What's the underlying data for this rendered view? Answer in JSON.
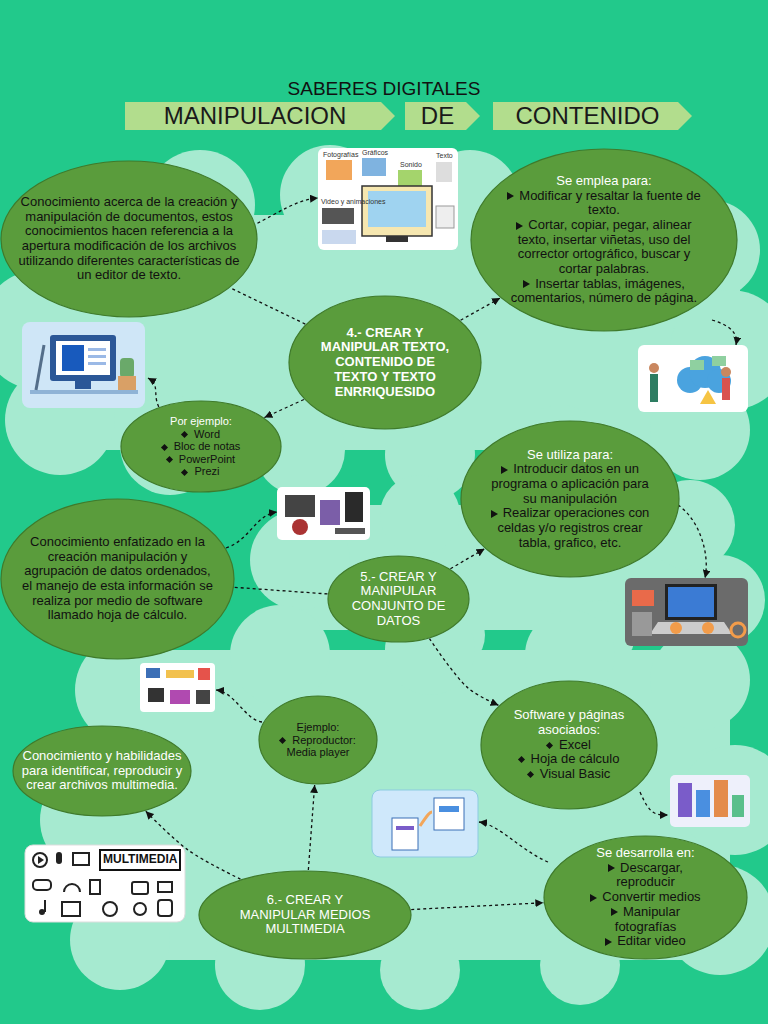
{
  "diagram": {
    "title": "SABERES DIGITALES",
    "nodes": [
      {
        "text": [
          "MANIPULACION"
        ]
      },
      {
        "text": [
          "DE"
        ]
      },
      {
        "text": [
          "CONTENIDO"
        ]
      },
      {
        "text": [
          "Conocimiento acerca de la creación y manipulación de documentos, estos conocimientos hacen referencia a la apertura modificación de los archivos utilizando diferentes características de un editor de texto."
        ]
      },
      {
        "text": [
          "Se emplea para:",
          "Modificar y resaltar la fuente de texto.",
          "Cortar, copiar, pegar, alinear texto, insertar viñetas, uso del corrector ortográfico, buscar y cortar palabras.",
          "Insertar tablas, imágenes, comentarios, número de página."
        ]
      },
      {
        "text": [
          "4.- CREAR Y MANIPULAR TEXTO, CONTENIDO DE TEXTO Y TEXTO ENRRIQUESIDO"
        ]
      },
      {
        "text": [
          "Por ejemplo:",
          "Word",
          "Bloc de notas",
          "PowerPoint",
          "Prezi"
        ]
      },
      {
        "text": [
          "Se utiliza para:",
          "Introducir datos en un programa o aplicación para su manipulación",
          "Realizar operaciones con celdas y/o registros crear tabla, grafico, etc."
        ]
      },
      {
        "text": [
          "Conocimiento enfatizado en la creación manipulación y agrupación de datos ordenados, el manejo de esta información se realiza por medio de software llamado hoja de cálculo."
        ]
      },
      {
        "text": [
          "5.- CREAR Y MANIPULAR CONJUNTO DE DATOS"
        ]
      },
      {
        "text": [
          "Ejemplo:",
          "Reproductor: Media player"
        ]
      },
      {
        "text": [
          "Software y páginas asociados:",
          "Excel",
          "Hoja de cálculo",
          "Visual Basic"
        ]
      },
      {
        "text": [
          "Conocimiento y habilidades para identificar, reproducir y crear archivos multimedia."
        ]
      },
      {
        "text": [
          "Se desarrolla en:",
          "Descargar, reproducir",
          "Convertir medios",
          "Manipular fotografías",
          "Editar video"
        ]
      },
      {
        "text": [
          "6.- CREAR Y MANIPULAR MEDIOS MULTIMEDIA"
        ]
      }
    ],
    "edges": [
      {
        "from": 5,
        "to": 3,
        "arrow": "none"
      },
      {
        "from": 5,
        "to": 4,
        "arrow": "to"
      },
      {
        "from": 5,
        "to": 6,
        "arrow": "to"
      },
      {
        "from": 9,
        "to": 8,
        "arrow": "none"
      },
      {
        "from": 9,
        "to": 7,
        "arrow": "to"
      },
      {
        "from": 9,
        "to": 11,
        "arrow": "to"
      },
      {
        "from": 14,
        "to": 10,
        "arrow": "to"
      },
      {
        "from": 14,
        "to": 12,
        "arrow": "to"
      },
      {
        "from": 14,
        "to": 13,
        "arrow": "to"
      }
    ],
    "labels": [
      "MULTIMEDIA",
      "Fotografías",
      "Gráficos",
      "Sonido",
      "Texto",
      "Video y animaciones"
    ]
  }
}
